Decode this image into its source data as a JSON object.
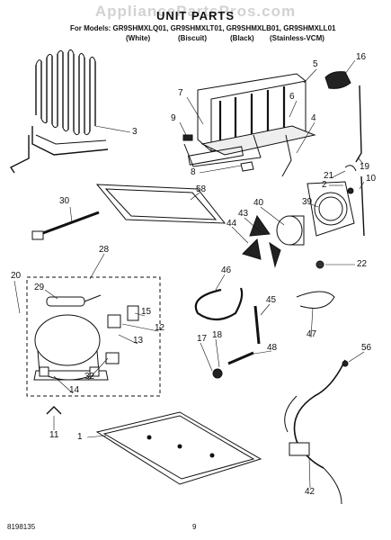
{
  "watermark": "AppliancePartsPros.com",
  "title": "UNIT PARTS",
  "models_line": "For Models: GR9SHMXLQ01, GR9SHMXLT01, GR9SHMXLB01, GR9SHMXLL01",
  "colors": [
    "(White)",
    "(Biscuit)",
    "(Black)",
    "(Stainless-VCM)"
  ],
  "callouts": {
    "c1": "1",
    "c2": "2",
    "c3": "3",
    "c4": "4",
    "c5": "5",
    "c6": "6",
    "c7": "7",
    "c8": "8",
    "c9": "9",
    "c10": "10",
    "c11": "11",
    "c12": "12",
    "c13": "13",
    "c14": "14",
    "c15": "15",
    "c16": "16",
    "c17": "17",
    "c18": "18",
    "c19": "19",
    "c20": "20",
    "c21": "21",
    "c22": "22",
    "c28": "28",
    "c29": "29",
    "c30": "30",
    "c32": "32",
    "c39": "39",
    "c40": "40",
    "c42": "42",
    "c43": "43",
    "c44": "44",
    "c45": "45",
    "c46": "46",
    "c47": "47",
    "c48": "48",
    "c56": "56",
    "c58": "58"
  },
  "footer": {
    "doc_number": "8198135",
    "page_number": "9"
  }
}
